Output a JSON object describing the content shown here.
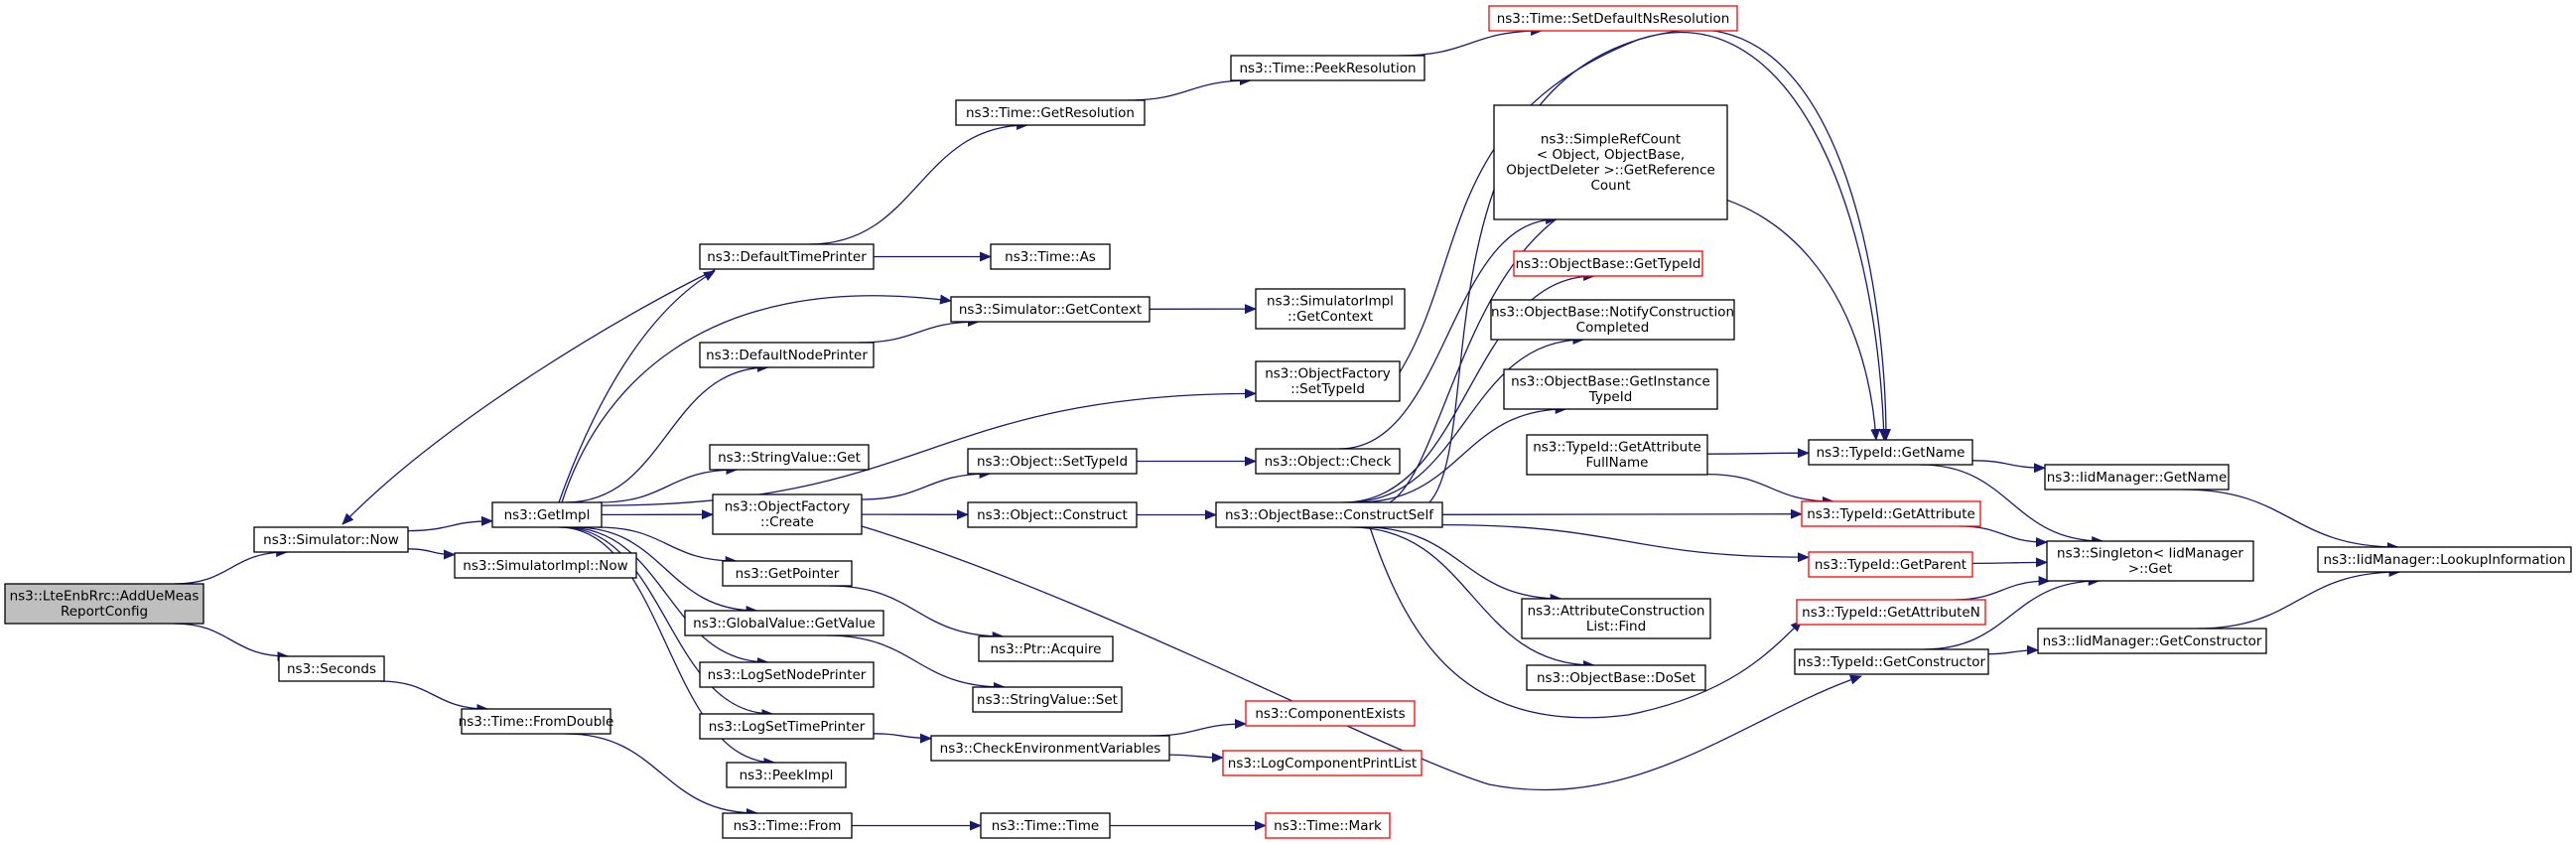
{
  "nodes": [
    {
      "id": "lteenbrrc",
      "lines": [
        "ns3::LteEnbRrc::AddUeMeas",
        "ReportConfig"
      ],
      "root": true
    },
    {
      "id": "sim_now",
      "lines": [
        "ns3::Simulator::Now"
      ]
    },
    {
      "id": "seconds",
      "lines": [
        "ns3::Seconds"
      ]
    },
    {
      "id": "getimpl",
      "lines": [
        "ns3::GetImpl"
      ]
    },
    {
      "id": "simimpl_now",
      "lines": [
        "ns3::SimulatorImpl::Now"
      ]
    },
    {
      "id": "time_fromdouble",
      "lines": [
        "ns3::Time::FromDouble"
      ]
    },
    {
      "id": "time_from",
      "lines": [
        "ns3::Time::From"
      ]
    },
    {
      "id": "time_time",
      "lines": [
        "ns3::Time::Time"
      ]
    },
    {
      "id": "time_mark",
      "lines": [
        "ns3::Time::Mark"
      ],
      "truncated": true
    },
    {
      "id": "default_time_printer",
      "lines": [
        "ns3::DefaultTimePrinter"
      ]
    },
    {
      "id": "default_node_printer",
      "lines": [
        "ns3::DefaultNodePrinter"
      ]
    },
    {
      "id": "stringvalue_get",
      "lines": [
        "ns3::StringValue::Get"
      ]
    },
    {
      "id": "objfactory_create",
      "lines": [
        "ns3::ObjectFactory",
        "::Create"
      ]
    },
    {
      "id": "getpointer",
      "lines": [
        "ns3::GetPointer"
      ]
    },
    {
      "id": "globalvalue_getvalue",
      "lines": [
        "ns3::GlobalValue::GetValue"
      ]
    },
    {
      "id": "logsetnodeprinter",
      "lines": [
        "ns3::LogSetNodePrinter"
      ]
    },
    {
      "id": "logsettimeprinter",
      "lines": [
        "ns3::LogSetTimePrinter"
      ]
    },
    {
      "id": "peekimpl",
      "lines": [
        "ns3::PeekImpl"
      ]
    },
    {
      "id": "time_getresolution",
      "lines": [
        "ns3::Time::GetResolution"
      ]
    },
    {
      "id": "time_peekresolution",
      "lines": [
        "ns3::Time::PeekResolution"
      ]
    },
    {
      "id": "time_setdefaultnsres",
      "lines": [
        "ns3::Time::SetDefaultNsResolution"
      ],
      "truncated": true
    },
    {
      "id": "time_as",
      "lines": [
        "ns3::Time::As"
      ]
    },
    {
      "id": "sim_getcontext",
      "lines": [
        "ns3::Simulator::GetContext"
      ]
    },
    {
      "id": "simimpl_getcontext",
      "lines": [
        "ns3::SimulatorImpl",
        "::GetContext"
      ]
    },
    {
      "id": "objfactory_settypeid",
      "lines": [
        "ns3::ObjectFactory",
        "::SetTypeId"
      ]
    },
    {
      "id": "object_settypeid",
      "lines": [
        "ns3::Object::SetTypeId"
      ]
    },
    {
      "id": "object_construct",
      "lines": [
        "ns3::Object::Construct"
      ]
    },
    {
      "id": "ptr_acquire",
      "lines": [
        "ns3::Ptr::Acquire"
      ]
    },
    {
      "id": "stringvalue_set",
      "lines": [
        "ns3::StringValue::Set"
      ]
    },
    {
      "id": "check_env_vars",
      "lines": [
        "ns3::CheckEnvironmentVariables"
      ]
    },
    {
      "id": "component_exists",
      "lines": [
        "ns3::ComponentExists"
      ],
      "truncated": true
    },
    {
      "id": "log_component_printlist",
      "lines": [
        "ns3::LogComponentPrintList"
      ],
      "truncated": true
    },
    {
      "id": "object_check",
      "lines": [
        "ns3::Object::Check"
      ]
    },
    {
      "id": "objbase_constructself",
      "lines": [
        "ns3::ObjectBase::ConstructSelf"
      ]
    },
    {
      "id": "simplerefcount",
      "lines": [
        "ns3::SimpleRefCount",
        "< Object, ObjectBase,",
        "ObjectDeleter >::GetReference",
        "Count"
      ]
    },
    {
      "id": "objbase_gettypeid",
      "lines": [
        "ns3::ObjectBase::GetTypeId"
      ],
      "truncated": true
    },
    {
      "id": "objbase_notify",
      "lines": [
        "ns3::ObjectBase::NotifyConstruction",
        "Completed"
      ]
    },
    {
      "id": "objbase_getinstance",
      "lines": [
        "ns3::ObjectBase::GetInstance",
        "TypeId"
      ]
    },
    {
      "id": "typeid_getattrfullname",
      "lines": [
        "ns3::TypeId::GetAttribute",
        "FullName"
      ]
    },
    {
      "id": "attr_construction_list_find",
      "lines": [
        "ns3::AttributeConstruction",
        "List::Find"
      ]
    },
    {
      "id": "objbase_doset",
      "lines": [
        "ns3::ObjectBase::DoSet"
      ]
    },
    {
      "id": "typeid_getname",
      "lines": [
        "ns3::TypeId::GetName"
      ]
    },
    {
      "id": "typeid_getattribute",
      "lines": [
        "ns3::TypeId::GetAttribute"
      ],
      "truncated": true
    },
    {
      "id": "typeid_getparent",
      "lines": [
        "ns3::TypeId::GetParent"
      ],
      "truncated": true
    },
    {
      "id": "typeid_getattributen",
      "lines": [
        "ns3::TypeId::GetAttributeN"
      ],
      "truncated": true
    },
    {
      "id": "typeid_getconstructor",
      "lines": [
        "ns3::TypeId::GetConstructor"
      ]
    },
    {
      "id": "iidmanager_getname",
      "lines": [
        "ns3::IidManager::GetName"
      ]
    },
    {
      "id": "singleton_get",
      "lines": [
        "ns3::Singleton< IidManager",
        ">::Get"
      ]
    },
    {
      "id": "iidmanager_getconstructor",
      "lines": [
        "ns3::IidManager::GetConstructor"
      ]
    },
    {
      "id": "iidmanager_lookupinfo",
      "lines": [
        "ns3::IidManager::LookupInformation"
      ]
    }
  ],
  "edges": [
    [
      "lteenbrrc",
      "sim_now"
    ],
    [
      "lteenbrrc",
      "seconds"
    ],
    [
      "sim_now",
      "getimpl"
    ],
    [
      "sim_now",
      "simimpl_now"
    ],
    [
      "seconds",
      "time_fromdouble"
    ],
    [
      "time_fromdouble",
      "time_from"
    ],
    [
      "time_from",
      "time_time"
    ],
    [
      "time_time",
      "time_mark"
    ],
    [
      "getimpl",
      "default_time_printer"
    ],
    [
      "getimpl",
      "sim_getcontext"
    ],
    [
      "getimpl",
      "default_node_printer"
    ],
    [
      "getimpl",
      "objfactory_settypeid"
    ],
    [
      "getimpl",
      "stringvalue_get"
    ],
    [
      "getimpl",
      "objfactory_create"
    ],
    [
      "getimpl",
      "getpointer"
    ],
    [
      "getimpl",
      "globalvalue_getvalue"
    ],
    [
      "getimpl",
      "logsetnodeprinter"
    ],
    [
      "getimpl",
      "logsettimeprinter"
    ],
    [
      "getimpl",
      "peekimpl"
    ],
    [
      "default_time_printer",
      "sim_now"
    ],
    [
      "default_time_printer",
      "time_getresolution"
    ],
    [
      "default_time_printer",
      "time_as"
    ],
    [
      "time_getresolution",
      "time_peekresolution"
    ],
    [
      "time_peekresolution",
      "time_setdefaultnsres"
    ],
    [
      "default_node_printer",
      "sim_getcontext"
    ],
    [
      "sim_getcontext",
      "simimpl_getcontext"
    ],
    [
      "objfactory_settypeid",
      "typeid_getname"
    ],
    [
      "objfactory_create",
      "object_settypeid"
    ],
    [
      "objfactory_create",
      "object_construct"
    ],
    [
      "objfactory_create",
      "typeid_getconstructor"
    ],
    [
      "object_settypeid",
      "object_check"
    ],
    [
      "object_check",
      "simplerefcount"
    ],
    [
      "object_construct",
      "objbase_constructself"
    ],
    [
      "getpointer",
      "ptr_acquire"
    ],
    [
      "globalvalue_getvalue",
      "stringvalue_set"
    ],
    [
      "logsettimeprinter",
      "check_env_vars"
    ],
    [
      "check_env_vars",
      "component_exists"
    ],
    [
      "check_env_vars",
      "log_component_printlist"
    ],
    [
      "objbase_constructself",
      "objbase_gettypeid"
    ],
    [
      "objbase_constructself",
      "objbase_notify"
    ],
    [
      "objbase_constructself",
      "objbase_getinstance"
    ],
    [
      "objbase_constructself",
      "typeid_getattrfullname"
    ],
    [
      "objbase_constructself",
      "typeid_getname"
    ],
    [
      "objbase_constructself",
      "typeid_getattribute"
    ],
    [
      "objbase_constructself",
      "typeid_getparent"
    ],
    [
      "objbase_constructself",
      "attr_construction_list_find"
    ],
    [
      "objbase_constructself",
      "objbase_doset"
    ],
    [
      "objbase_constructself",
      "typeid_getattributen"
    ],
    [
      "typeid_getattrfullname",
      "typeid_getname"
    ],
    [
      "typeid_getattrfullname",
      "typeid_getattribute"
    ],
    [
      "typeid_getname",
      "iidmanager_getname"
    ],
    [
      "typeid_getname",
      "singleton_get"
    ],
    [
      "typeid_getattribute",
      "singleton_get"
    ],
    [
      "typeid_getparent",
      "singleton_get"
    ],
    [
      "typeid_getattributen",
      "singleton_get"
    ],
    [
      "typeid_getconstructor",
      "singleton_get"
    ],
    [
      "typeid_getconstructor",
      "iidmanager_getconstructor"
    ],
    [
      "iidmanager_getname",
      "iidmanager_lookupinfo"
    ],
    [
      "iidmanager_getconstructor",
      "iidmanager_lookupinfo"
    ]
  ],
  "colors": {
    "edge": "#191970",
    "truncated_border": "#ff0000",
    "root_fill": "#bfbfbf",
    "node_border": "#000000"
  }
}
